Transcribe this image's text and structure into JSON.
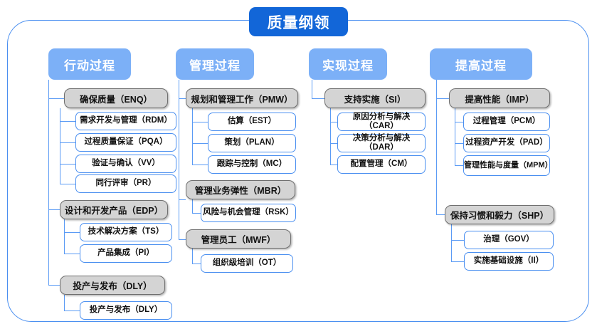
{
  "diagram": {
    "root": {
      "label": "质量纲领"
    },
    "colors": {
      "root_fill": "#1266d8",
      "column_header_fill": "#7cb0f7",
      "level1_fill": "#d4d4d4",
      "level1_border": "#6f6f6f",
      "level2_border": "#4a8ff0",
      "connector": "#5b9bf5",
      "frame_border": "#4a8ff0",
      "background": "#ffffff"
    },
    "columns": [
      {
        "header": "行动过程",
        "groups": [
          {
            "label": "确保质量（ENQ）",
            "children": [
              "需求开发与管理（RDM）",
              "过程质量保证（PQA）",
              "验证与确认（VV）",
              "同行评审（PR）"
            ]
          },
          {
            "label": "设计和开发产品（EDP）",
            "children": [
              "技术解决方案（TS）",
              "产品集成（PI）"
            ]
          },
          {
            "label": "投产与发布（DLY）",
            "children": [
              "投产与发布（DLY）"
            ]
          }
        ]
      },
      {
        "header": "管理过程",
        "groups": [
          {
            "label": "规划和管理工作（PMW）",
            "children": [
              "估算（EST）",
              "策划（PLAN）",
              "跟踪与控制（MC）"
            ]
          },
          {
            "label": "管理业务弹性（MBR）",
            "children": [
              "风险与机会管理（RSK）"
            ]
          },
          {
            "label": "管理员工（MWF）",
            "children": [
              "组织级培训（OT）"
            ]
          }
        ]
      },
      {
        "header": "实现过程",
        "groups": [
          {
            "label": "支持实施（SI）",
            "children": [
              "原因分析与解决（CAR）",
              "决策分析与解决（DAR）",
              "配置管理（CM）"
            ]
          }
        ]
      },
      {
        "header": "提高过程",
        "groups": [
          {
            "label": "提高性能（IMP）",
            "children": [
              "过程管理（PCM）",
              "过程资产开发（PAD）",
              "管理性能与度量（MPM）"
            ]
          },
          {
            "label": "保持习惯和毅力（SHP）",
            "children": [
              "治理（GOV）",
              "实施基础设施（II）"
            ]
          }
        ]
      }
    ]
  }
}
